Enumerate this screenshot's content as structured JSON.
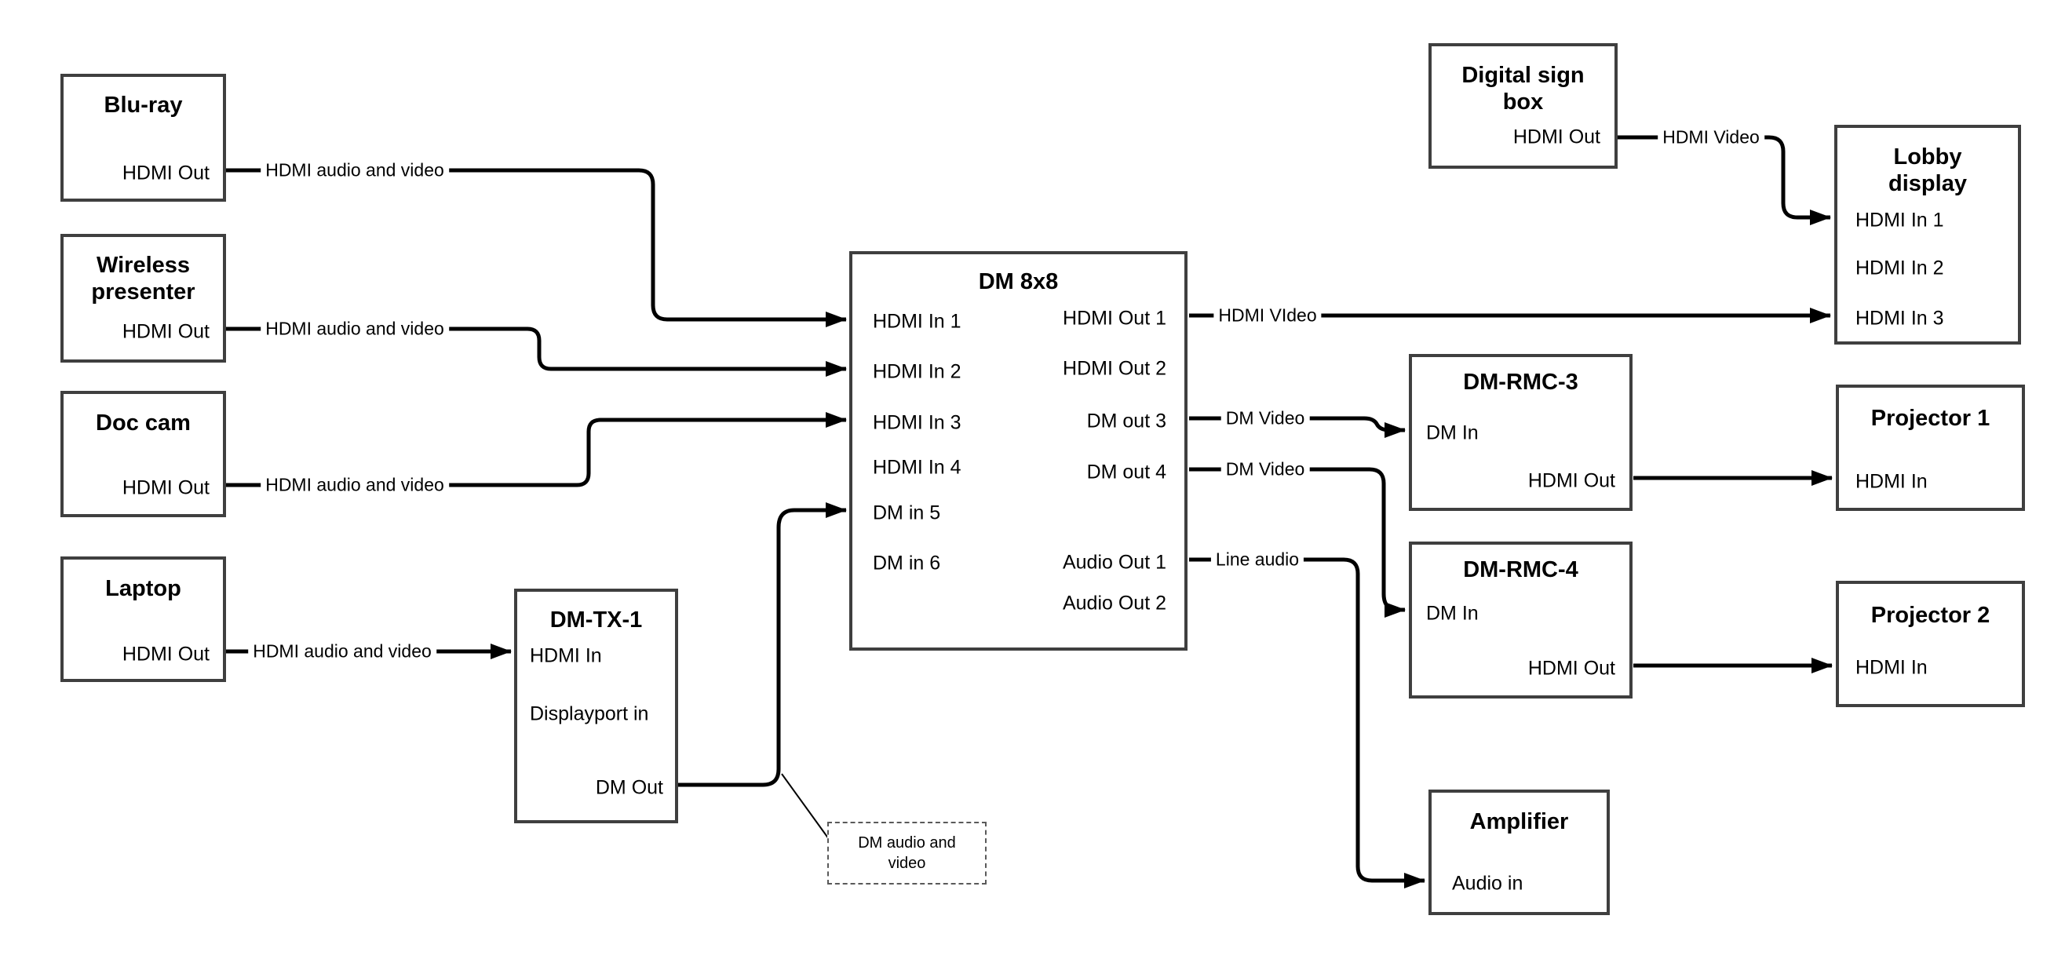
{
  "nodes": {
    "bluray": {
      "title": "Blu-ray",
      "ports": {
        "hdmi_out": "HDMI Out"
      }
    },
    "wireless": {
      "title": "Wireless presenter",
      "ports": {
        "hdmi_out": "HDMI Out"
      }
    },
    "doccam": {
      "title": "Doc cam",
      "ports": {
        "hdmi_out": "HDMI Out"
      }
    },
    "laptop": {
      "title": "Laptop",
      "ports": {
        "hdmi_out": "HDMI Out"
      }
    },
    "dmtx1": {
      "title": "DM-TX-1",
      "ports": {
        "hdmi_in": "HDMI In",
        "dp_in": "Displayport in",
        "dm_out": "DM Out"
      }
    },
    "dm8x8": {
      "title": "DM 8x8",
      "ports": {
        "in1": "HDMI In 1",
        "in2": "HDMI In 2",
        "in3": "HDMI In 3",
        "in4": "HDMI In 4",
        "in5": "DM in 5",
        "in6": "DM in 6",
        "out1": "HDMI Out 1",
        "out2": "HDMI Out 2",
        "out3": "DM out 3",
        "out4": "DM out 4",
        "aout1": "Audio Out 1",
        "aout2": "Audio Out 2"
      }
    },
    "signbox": {
      "title": "Digital sign box",
      "ports": {
        "hdmi_out": "HDMI Out"
      }
    },
    "lobby": {
      "title": "Lobby display",
      "ports": {
        "in1": "HDMI In 1",
        "in2": "HDMI In 2",
        "in3": "HDMI In 3"
      }
    },
    "rmc3": {
      "title": "DM-RMC-3",
      "ports": {
        "dm_in": "DM In",
        "hdmi_out": "HDMI Out"
      }
    },
    "proj1": {
      "title": "Projector 1",
      "ports": {
        "hdmi_in": "HDMI In"
      }
    },
    "rmc4": {
      "title": "DM-RMC-4",
      "ports": {
        "dm_in": "DM In",
        "hdmi_out": "HDMI Out"
      }
    },
    "proj2": {
      "title": "Projector 2",
      "ports": {
        "hdmi_in": "HDMI In"
      }
    },
    "amp": {
      "title": "Amplifier",
      "ports": {
        "audio_in": "Audio in"
      }
    }
  },
  "edge_labels": {
    "bluray_dm8x8": "HDMI audio and video",
    "wireless_dm8x8": "HDMI audio and video",
    "doccam_dm8x8": "HDMI audio and video",
    "laptop_dmtx1": "HDMI audio and video",
    "dm8x8_lobby": "HDMI VIdeo",
    "signbox_lobby": "HDMI Video",
    "dm8x8_rmc3": "DM Video",
    "dm8x8_rmc4": "DM Video",
    "dm8x8_amp": "Line audio",
    "annotation": "DM audio and video"
  },
  "colors": {
    "wire": "#000000",
    "box_border": "#3f3f3f",
    "background": "#ffffff",
    "text": "#000000"
  }
}
